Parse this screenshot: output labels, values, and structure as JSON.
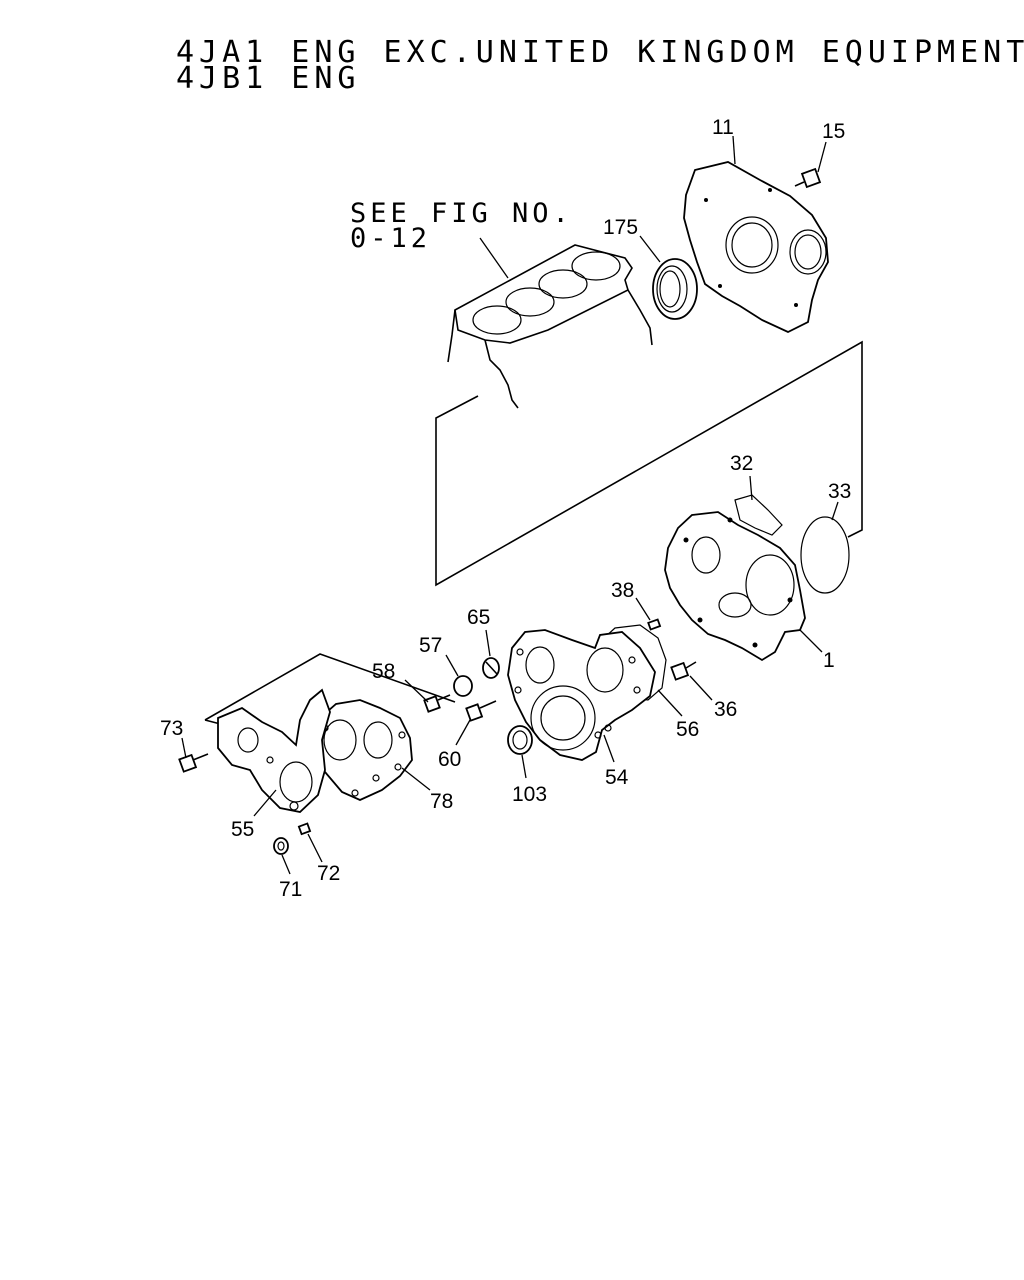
{
  "header": {
    "line1": "4JA1 ENG EXC.UNITED KINGDOM EQUIPMENT",
    "line2": "4JB1 ENG"
  },
  "note": {
    "line1": "SEE FIG NO.",
    "line2": "0-12"
  },
  "callouts": [
    {
      "id": "11",
      "text": "11"
    },
    {
      "id": "15",
      "text": "15"
    },
    {
      "id": "175",
      "text": "175"
    },
    {
      "id": "32",
      "text": "32"
    },
    {
      "id": "33",
      "text": "33"
    },
    {
      "id": "38",
      "text": "38"
    },
    {
      "id": "65",
      "text": "65"
    },
    {
      "id": "57",
      "text": "57"
    },
    {
      "id": "58",
      "text": "58"
    },
    {
      "id": "1",
      "text": "1"
    },
    {
      "id": "36",
      "text": "36"
    },
    {
      "id": "73",
      "text": "73"
    },
    {
      "id": "56",
      "text": "56"
    },
    {
      "id": "60",
      "text": "60"
    },
    {
      "id": "78",
      "text": "78"
    },
    {
      "id": "103",
      "text": "103"
    },
    {
      "id": "54",
      "text": "54"
    },
    {
      "id": "55",
      "text": "55"
    },
    {
      "id": "72",
      "text": "72"
    },
    {
      "id": "71",
      "text": "71"
    }
  ]
}
